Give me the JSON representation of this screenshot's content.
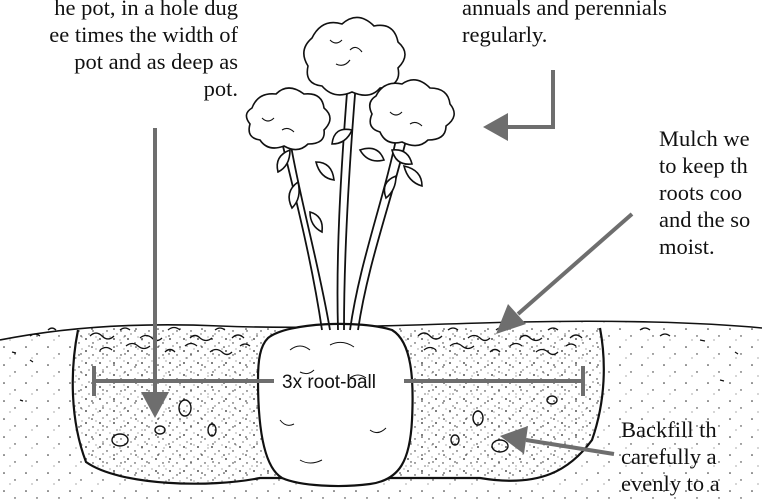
{
  "captions": {
    "top_left": [
      "he pot, in a hole dug",
      "ee times the width of",
      "pot and as deep as",
      "pot."
    ],
    "top_right": [
      "annuals and perennials",
      "regularly."
    ],
    "mulch": [
      "Mulch we",
      "to keep th",
      "roots coo",
      "and the so",
      "moist."
    ],
    "backfill": [
      "Backfill th",
      "carefully a",
      "evenly to a"
    ]
  },
  "measure_label": "3x root-ball",
  "colors": {
    "arrow": "#6e6e6e",
    "ink": "#111111"
  }
}
